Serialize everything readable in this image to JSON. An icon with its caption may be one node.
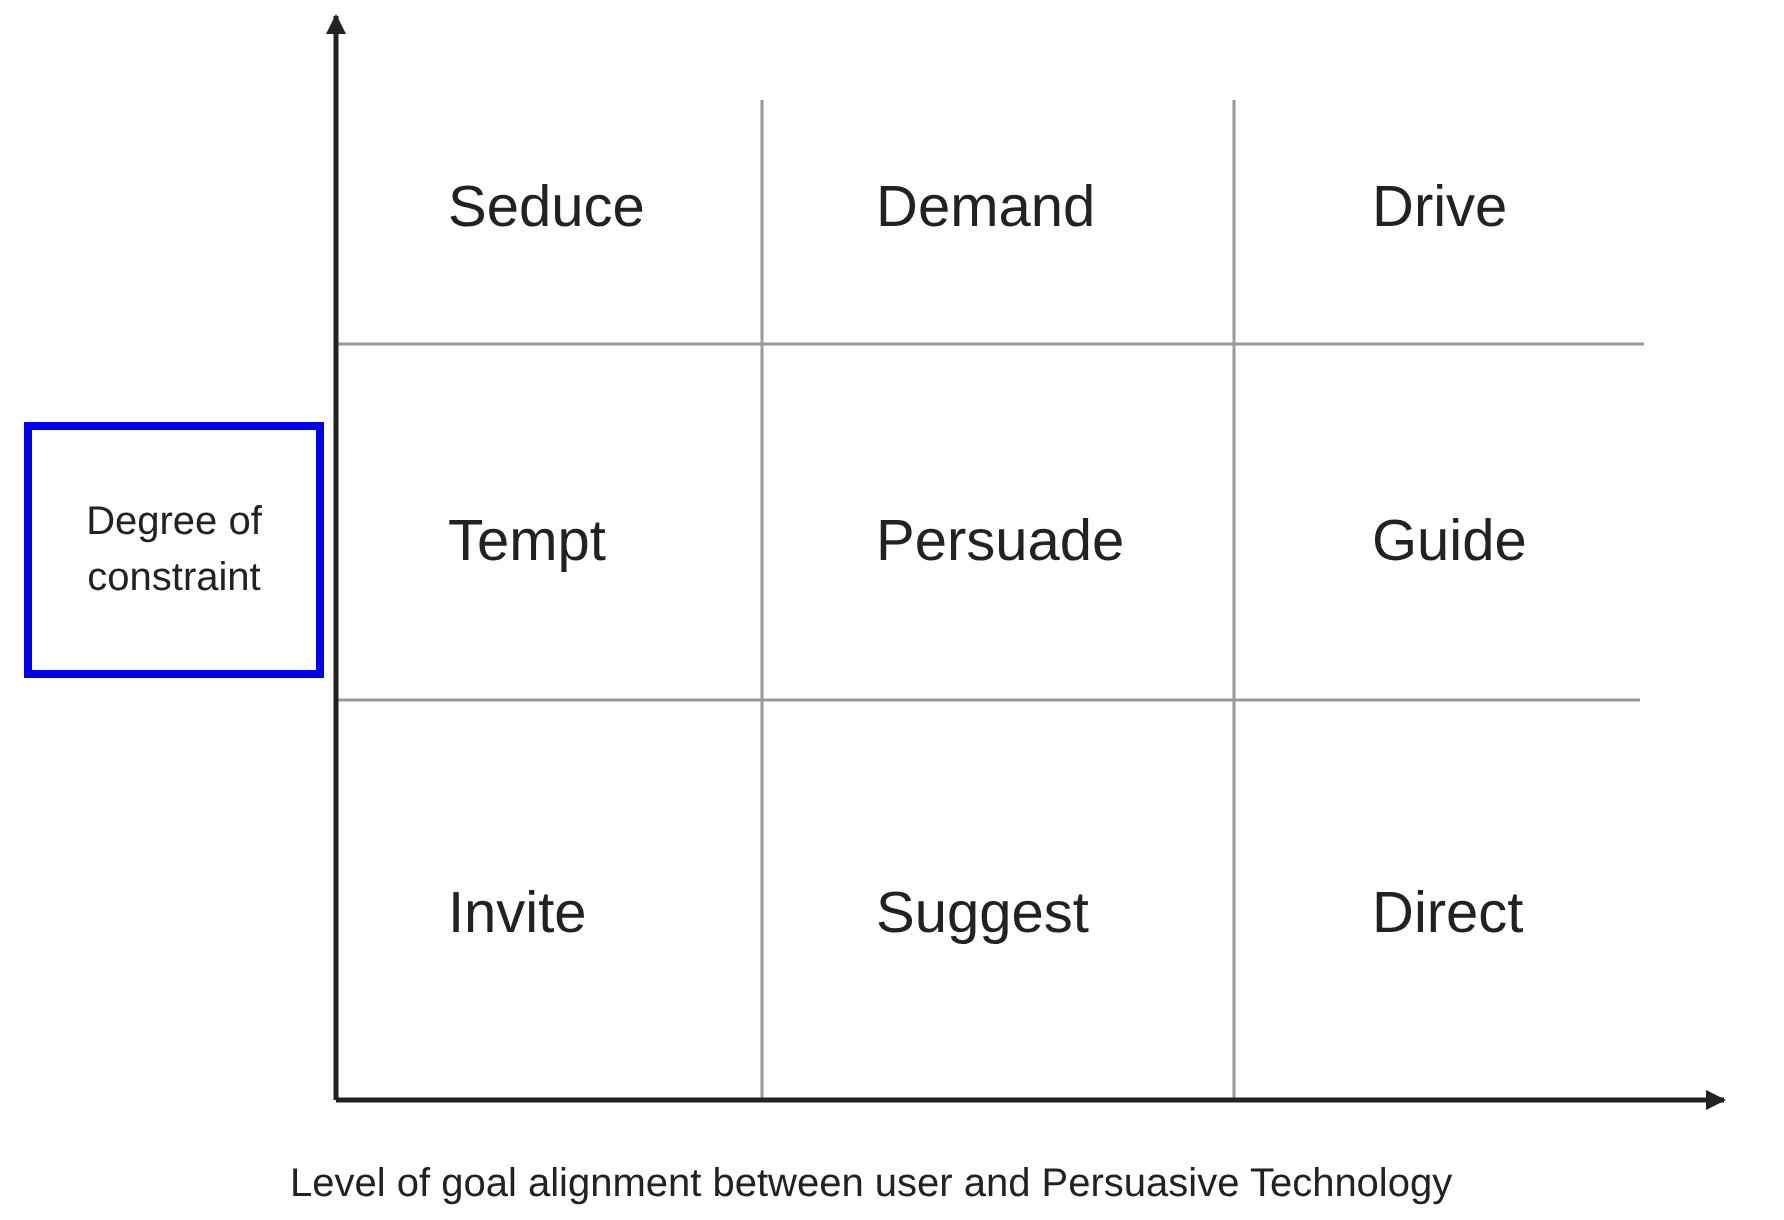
{
  "diagram": {
    "nodes": [
      {
        "text": [
          "Degree of constraint"
        ]
      }
    ],
    "labels": [
      "Seduce",
      "Demand",
      "Drive",
      "Tempt",
      "Persuade",
      "Guide",
      "Invite",
      "Suggest",
      "Direct",
      "Level of goal alignment between user and Persuasive Technology"
    ]
  }
}
